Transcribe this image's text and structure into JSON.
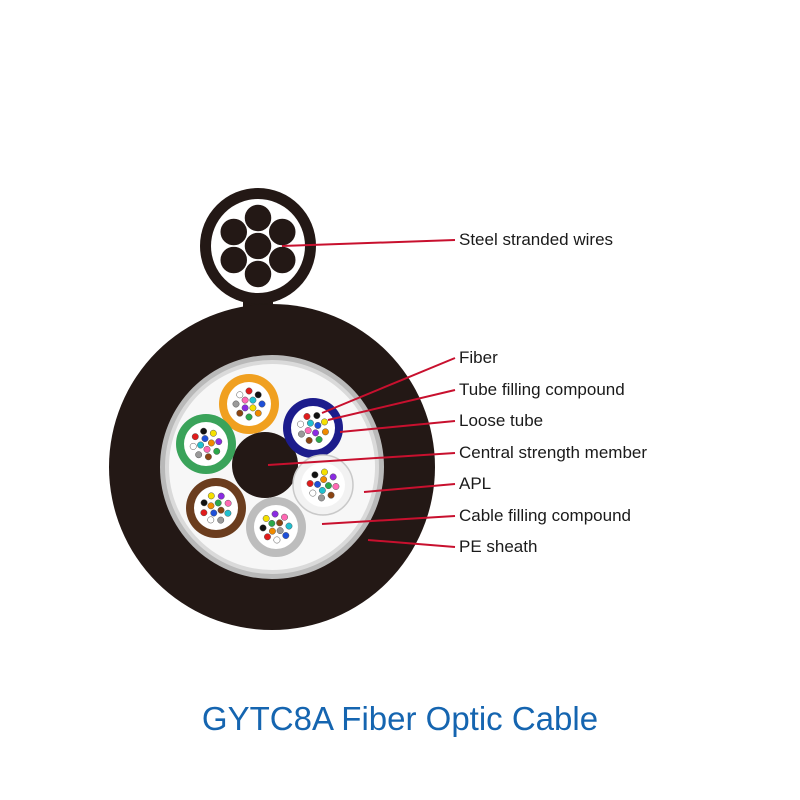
{
  "title": "GYTC8A Fiber Optic Cable",
  "labels": [
    "Steel stranded wires",
    "Fiber",
    "Tube filling compound",
    "Loose tube",
    "Central strength member",
    "APL",
    "Cable filling compound",
    "PE sheath"
  ],
  "colors": {
    "title": "#1565b0",
    "leader_line": "#c8102e",
    "sheath": "#231815",
    "apl": "#b9b9b9",
    "central_member": "#231815",
    "tube_orange": "#f0a020",
    "tube_blue": "#1c1c8c",
    "tube_green": "#3aa35a",
    "tube_brown": "#6b3d1e",
    "tube_gray": "#bdbdbd",
    "tube_white": "#f2f2f2",
    "fiber_colors": [
      "#1e4fd8",
      "#f08a00",
      "#2aa84a",
      "#8b4513",
      "#9a9a9a",
      "#ffffff",
      "#e01b1b",
      "#111111",
      "#f5e000",
      "#8a2be2",
      "#ff69b4",
      "#20c0d0"
    ]
  }
}
